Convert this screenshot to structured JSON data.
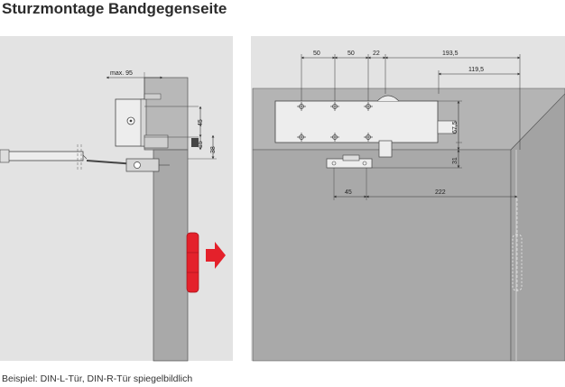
{
  "title": "Sturzmontage Bandgegenseite",
  "caption": "Beispiel: DIN-L-Tür, DIN-R-Tür spiegelbildlich",
  "colors": {
    "panel": "#e3e3e3",
    "wall": "#b4b4b4",
    "door": "#a9a9a9",
    "closer": "#ededed",
    "accent": "#e4212b",
    "line": "#333333"
  },
  "side_view": {
    "labels": {
      "max95": "max. 95",
      "d45": "45",
      "d15": "15",
      "d38": "38"
    }
  },
  "front_view": {
    "labels": {
      "d50a": "50",
      "d50b": "50",
      "d22": "22",
      "d193": "193,5",
      "d119": "119,5",
      "d67": "67,5",
      "d31": "31",
      "d45": "45",
      "d222": "222"
    }
  }
}
